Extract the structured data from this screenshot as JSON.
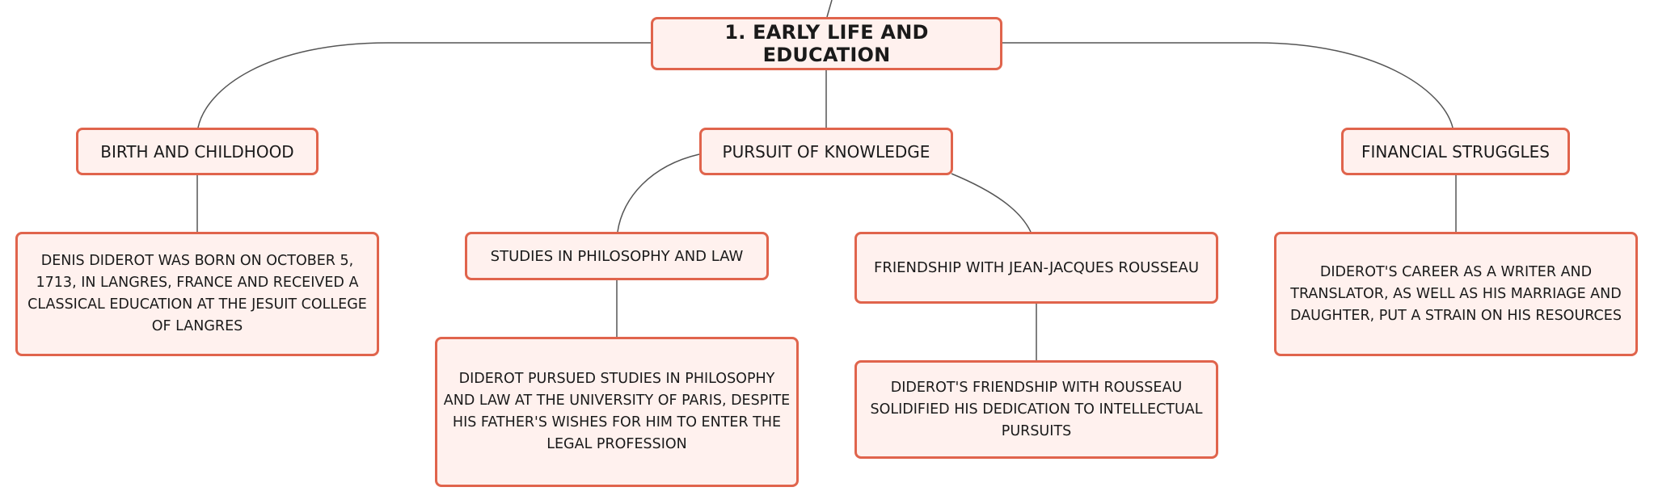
{
  "colors": {
    "node_border": "#e0644c",
    "node_fill": "#fff1ee",
    "connector": "#555555",
    "text": "#1a1a1a"
  },
  "root": {
    "label": "1. EARLY LIFE AND EDUCATION"
  },
  "branches": [
    {
      "label": "BIRTH AND CHILDHOOD",
      "children": [
        {
          "text": "DENIS DIDEROT WAS BORN ON OCTOBER 5, 1713, IN LANGRES, FRANCE AND RECEIVED A CLASSICAL EDUCATION AT THE JESUIT COLLEGE OF LANGRES"
        }
      ]
    },
    {
      "label": "PURSUIT OF KNOWLEDGE",
      "children": [
        {
          "label": "STUDIES IN PHILOSOPHY AND LAW",
          "detail": "DIDEROT PURSUED STUDIES IN PHILOSOPHY AND LAW AT THE UNIVERSITY OF PARIS, DESPITE HIS FATHER'S WISHES FOR HIM TO ENTER THE LEGAL PROFESSION"
        },
        {
          "label": "FRIENDSHIP WITH JEAN-JACQUES ROUSSEAU",
          "detail": "DIDEROT'S FRIENDSHIP WITH ROUSSEAU SOLIDIFIED HIS DEDICATION TO INTELLECTUAL PURSUITS"
        }
      ]
    },
    {
      "label": "FINANCIAL STRUGGLES",
      "children": [
        {
          "text": "DIDEROT'S CAREER AS A WRITER AND TRANSLATOR, AS WELL AS HIS MARRIAGE AND DAUGHTER, PUT A STRAIN ON HIS RESOURCES"
        }
      ]
    }
  ]
}
